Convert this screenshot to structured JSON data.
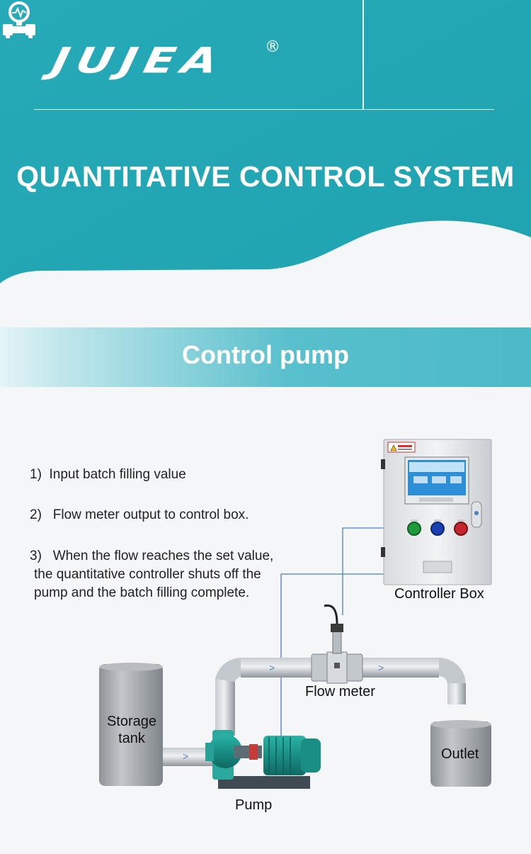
{
  "brand": {
    "logo_text": "JUJEA",
    "logo_mark": "®",
    "icon": "flow-meter-icon"
  },
  "hero": {
    "title": "QUANTITATIVE CONTROL SYSTEM"
  },
  "section": {
    "title": "Control pump"
  },
  "steps": [
    {
      "number": "1)",
      "text": "Input batch filling value"
    },
    {
      "number": "2)",
      "text": "Flow meter output to control box."
    },
    {
      "number": "3)",
      "lines": [
        "When the flow reaches the set value,",
        "the quantitative controller shuts off the",
        "pump and the  batch filling complete."
      ]
    }
  ],
  "labels": {
    "controller_box": "Controller Box",
    "flow_meter": "Flow meter",
    "storage_tank_1": "Storage",
    "storage_tank_2": "tank",
    "outlet": "Outlet",
    "pump": "Pump"
  },
  "colors": {
    "teal_primary": "#23a9b6",
    "teal_light": "#4cbac8",
    "pipe_gray": "#a9afb5",
    "tank_gray": "#9fa4a9",
    "signal_line": "#4a7fc8",
    "pump_green": "#1b8f86"
  }
}
